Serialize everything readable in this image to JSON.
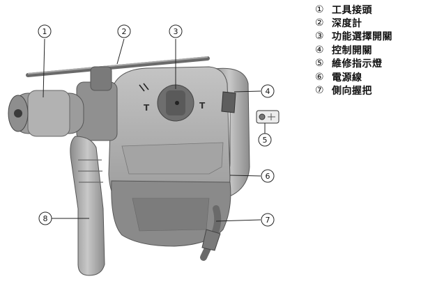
{
  "legend": [
    {
      "number": "①",
      "label": "工具接頭"
    },
    {
      "number": "②",
      "label": "深度計"
    },
    {
      "number": "③",
      "label": "功能選擇開關"
    },
    {
      "number": "④",
      "label": "控制開關"
    },
    {
      "number": "⑤",
      "label": "維修指示燈"
    },
    {
      "number": "⑥",
      "label": "電源線"
    },
    {
      "number": "⑦",
      "label": "側向握把"
    }
  ],
  "callouts": [
    "1",
    "2",
    "3",
    "4",
    "5",
    "6",
    "7",
    "8"
  ],
  "selector_marks": {
    "left": "T",
    "right": "T"
  },
  "colors": {
    "body": "#b0b0b0",
    "dark": "#7a7a7a",
    "darker": "#5a5a5a",
    "light": "#d0d0d0",
    "line": "#222222"
  }
}
